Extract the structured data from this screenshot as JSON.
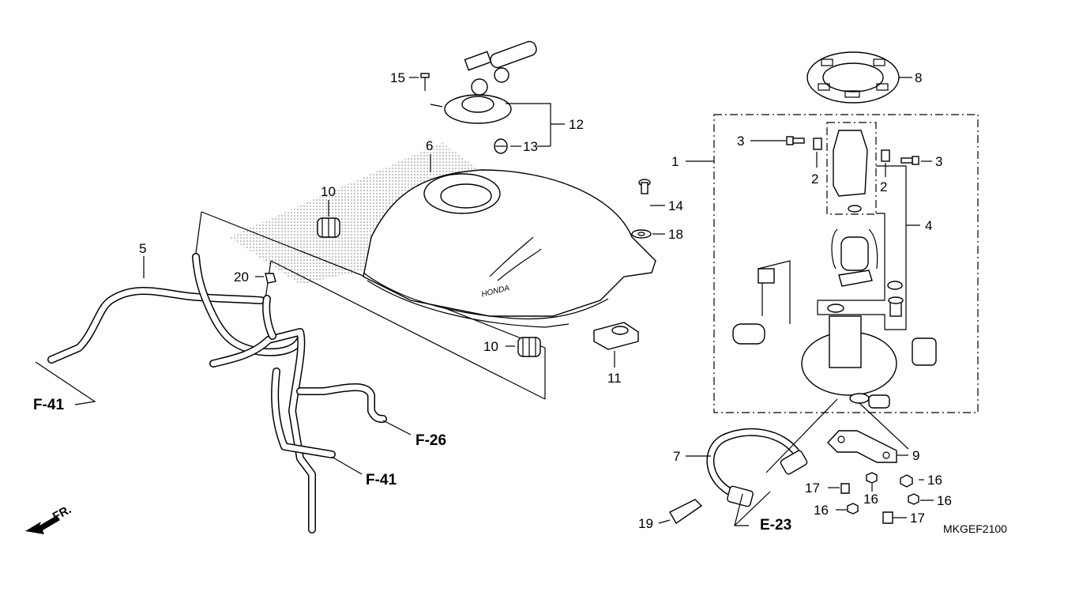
{
  "callouts": {
    "c1": "1",
    "c2a": "2",
    "c2b": "2",
    "c3a": "3",
    "c3b": "3",
    "c4": "4",
    "c5": "5",
    "c6": "6",
    "c7": "7",
    "c8": "8",
    "c9": "9",
    "c10a": "10",
    "c10b": "10",
    "c11": "11",
    "c12": "12",
    "c13": "13",
    "c14": "14",
    "c15": "15",
    "c16a": "16",
    "c16b": "16",
    "c16c": "16",
    "c16d": "16",
    "c17a": "17",
    "c17b": "17",
    "c18": "18",
    "c19": "19",
    "c20": "20"
  },
  "references": {
    "f41_left": "F-41",
    "f26": "F-26",
    "f41_right": "F-41",
    "e23": "E-23"
  },
  "front_marker": "FR.",
  "tank_logo": "HONDA",
  "diagram_code": "MKGEF2100"
}
